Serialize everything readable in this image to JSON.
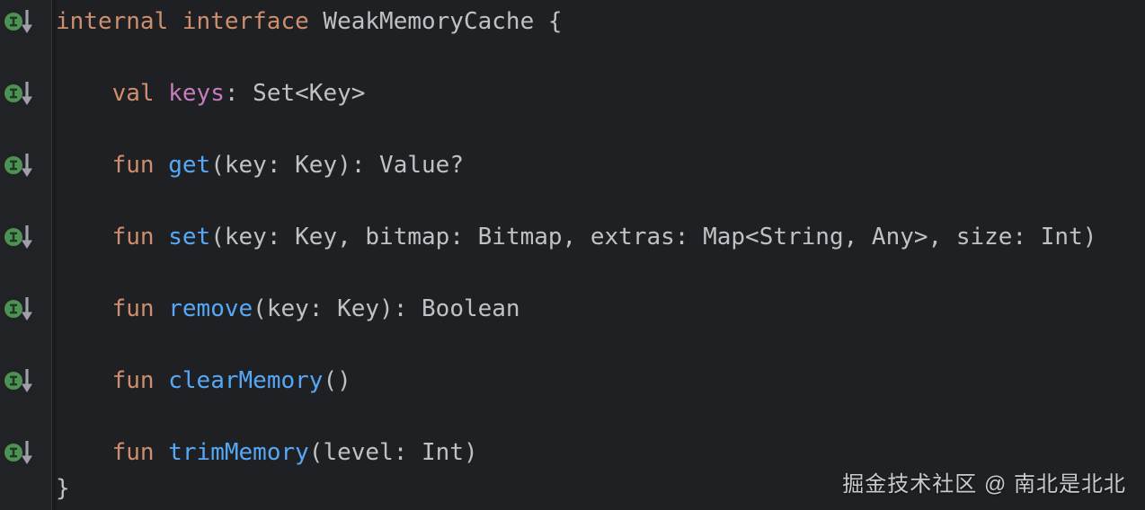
{
  "editor": {
    "language": "Kotlin",
    "colors": {
      "background": "#1e2024",
      "gutter_background": "#202226",
      "divider": "#37393d",
      "keyword": "#cf8e6d",
      "function": "#56a8f5",
      "property": "#c77dbb",
      "plain": "#bfc1c5",
      "watermark": "#c9cacc",
      "icon_green": "#4e9154",
      "icon_glyph": "#1b3a20",
      "icon_arrow": "#9da1a6"
    },
    "gutter_icon": "implemented-interface-member-icon",
    "lines": [
      {
        "icon": true,
        "tokens": [
          {
            "c": "keyword",
            "t": "internal interface "
          },
          {
            "c": "plain",
            "t": "WeakMemoryCache {"
          }
        ]
      },
      {
        "icon": false,
        "tokens": []
      },
      {
        "icon": true,
        "tokens": [
          {
            "c": "plain",
            "t": "    "
          },
          {
            "c": "keyword",
            "t": "val "
          },
          {
            "c": "property",
            "t": "keys"
          },
          {
            "c": "plain",
            "t": ": Set<Key>"
          }
        ]
      },
      {
        "icon": false,
        "tokens": []
      },
      {
        "icon": true,
        "tokens": [
          {
            "c": "plain",
            "t": "    "
          },
          {
            "c": "keyword",
            "t": "fun "
          },
          {
            "c": "function",
            "t": "get"
          },
          {
            "c": "plain",
            "t": "(key: Key): Value?"
          }
        ]
      },
      {
        "icon": false,
        "tokens": []
      },
      {
        "icon": true,
        "tokens": [
          {
            "c": "plain",
            "t": "    "
          },
          {
            "c": "keyword",
            "t": "fun "
          },
          {
            "c": "function",
            "t": "set"
          },
          {
            "c": "plain",
            "t": "(key: Key, bitmap: Bitmap, extras: Map<String, Any>, size: Int)"
          }
        ]
      },
      {
        "icon": false,
        "tokens": []
      },
      {
        "icon": true,
        "tokens": [
          {
            "c": "plain",
            "t": "    "
          },
          {
            "c": "keyword",
            "t": "fun "
          },
          {
            "c": "function",
            "t": "remove"
          },
          {
            "c": "plain",
            "t": "(key: Key): Boolean"
          }
        ]
      },
      {
        "icon": false,
        "tokens": []
      },
      {
        "icon": true,
        "tokens": [
          {
            "c": "plain",
            "t": "    "
          },
          {
            "c": "keyword",
            "t": "fun "
          },
          {
            "c": "function",
            "t": "clearMemory"
          },
          {
            "c": "plain",
            "t": "()"
          }
        ]
      },
      {
        "icon": false,
        "tokens": []
      },
      {
        "icon": true,
        "tokens": [
          {
            "c": "plain",
            "t": "    "
          },
          {
            "c": "keyword",
            "t": "fun "
          },
          {
            "c": "function",
            "t": "trimMemory"
          },
          {
            "c": "plain",
            "t": "(level: Int)"
          }
        ]
      },
      {
        "icon": false,
        "tokens": [
          {
            "c": "plain",
            "t": "}"
          }
        ]
      }
    ]
  },
  "watermark": {
    "text": "掘金技术社区 @ 南北是北北"
  }
}
